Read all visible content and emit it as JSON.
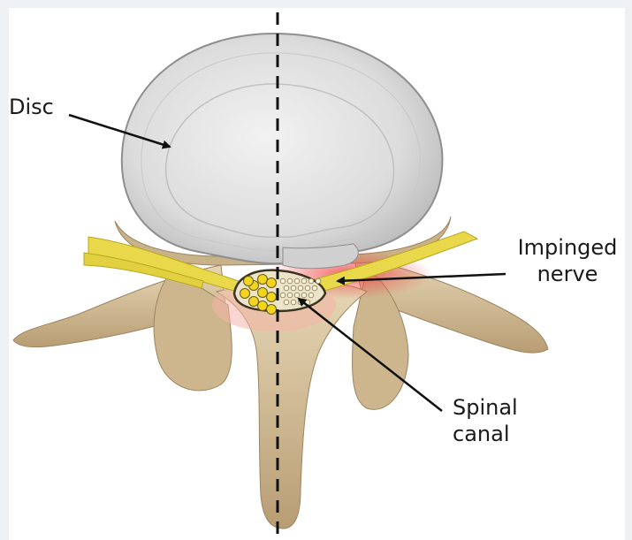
{
  "labels": {
    "disc": "Disc",
    "impinged_line1": "Impinged",
    "impinged_line2": "nerve",
    "spinal_line1": "Spinal",
    "spinal_line2": "canal"
  },
  "colors": {
    "background": "#edf1f4",
    "bone": "#d8c4a0",
    "bone_shadow": "#a88f6a",
    "disc": "#e4e4e4",
    "disc_edge": "#9a9a9a",
    "nerve": "#e8d84a",
    "nerve_edge": "#b8a81e",
    "inflammation": "#f06a6a",
    "arrow": "#111111"
  }
}
